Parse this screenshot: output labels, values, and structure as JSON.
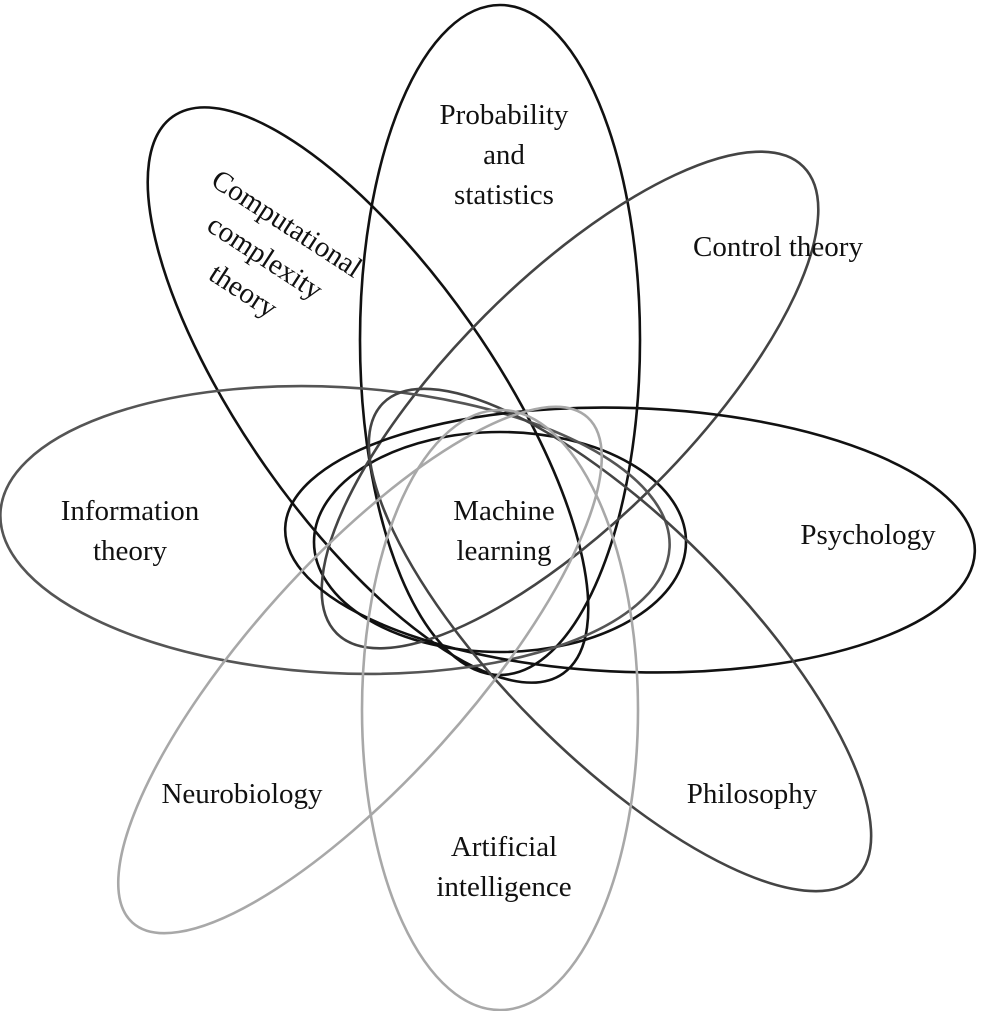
{
  "center": {
    "line1": "Machine",
    "line2": "learning"
  },
  "fields": {
    "probability": {
      "line1": "Probability",
      "line2": "and",
      "line3": "statistics"
    },
    "complexity": {
      "line1": "Computational",
      "line2": "complexity",
      "line3": "theory"
    },
    "control": {
      "line1": "Control theory"
    },
    "information": {
      "line1": "Information",
      "line2": "theory"
    },
    "psychology": {
      "line1": "Psychology"
    },
    "neurobiology": {
      "line1": "Neurobiology"
    },
    "philosophy": {
      "line1": "Philosophy"
    },
    "ai": {
      "line1": "Artificial",
      "line2": "intelligence"
    }
  },
  "colors": {
    "dark": "#111111",
    "medium_dark": "#444444",
    "medium": "#666666",
    "light": "#a8a8a8",
    "text": "#111111",
    "background": "#ffffff"
  }
}
